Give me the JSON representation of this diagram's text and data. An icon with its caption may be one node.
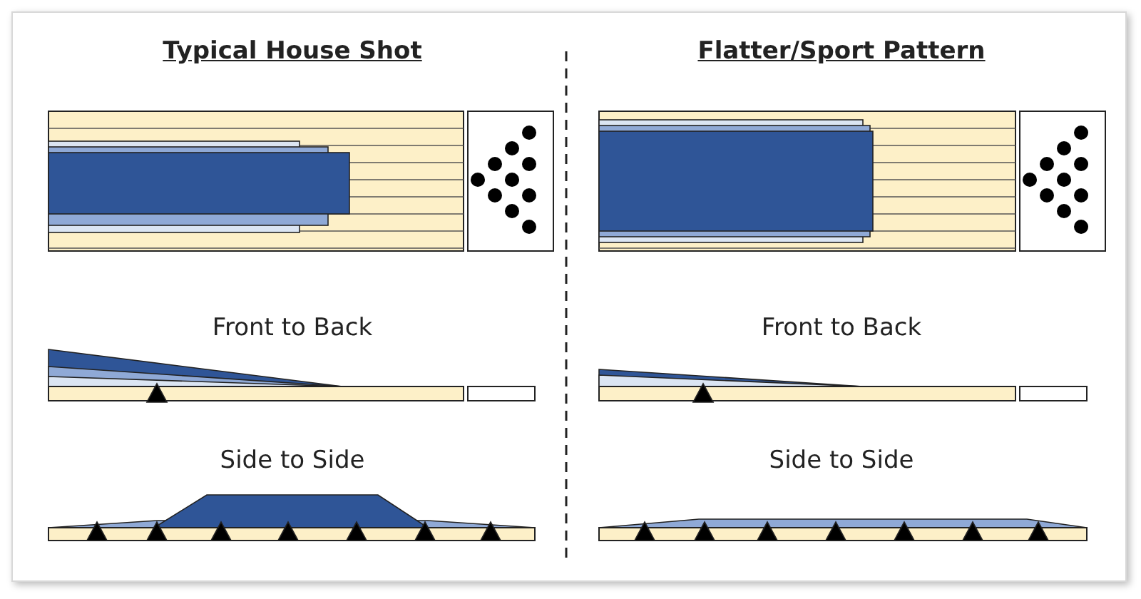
{
  "diagram": {
    "labels": [
      "Typical House Shot",
      "Flatter/Sport Pattern",
      "Front to Back",
      "Front to Back",
      "Side to Side",
      "Side to Side"
    ]
  }
}
